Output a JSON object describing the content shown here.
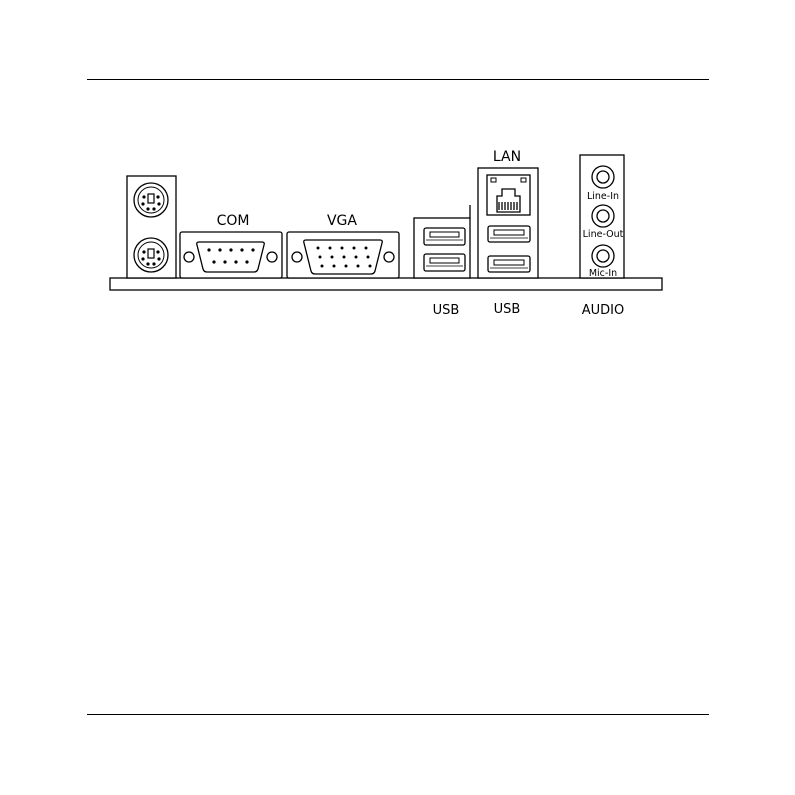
{
  "labels": {
    "com": "COM",
    "vga": "VGA",
    "lan": "LAN",
    "usb_left": "USB",
    "usb_right": "USB",
    "audio": "AUDIO",
    "line_in": "Line-In",
    "line_out": "Line-Out",
    "mic_in": "Mic-In"
  },
  "icons": {
    "ps2_top": "ps2-mouse-port-icon",
    "ps2_bottom": "ps2-keyboard-port-icon",
    "com": "serial-port-icon",
    "vga": "vga-port-icon",
    "lan": "rj45-port-icon",
    "usb": "usb-port-icon",
    "audio_jack": "audio-jack-icon"
  },
  "colors": {
    "line": "#000000",
    "background": "#ffffff"
  }
}
